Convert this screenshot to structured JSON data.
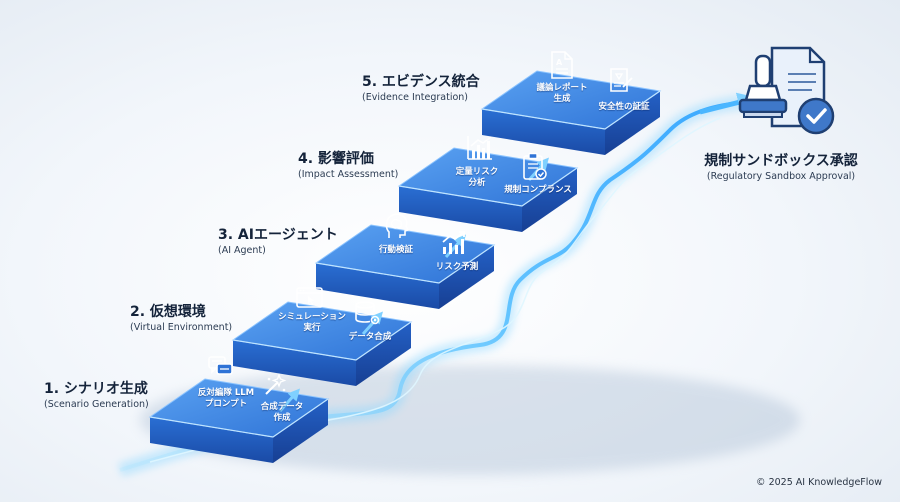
{
  "steps": [
    {
      "title": "1. シナリオ生成",
      "subtitle": "(Scenario Generation)",
      "items": [
        {
          "label": "反対編隊 LLM\nプロンプト",
          "icon": "chat-bubbles-icon"
        },
        {
          "label": "合成データ\n作成",
          "icon": "magic-wand-icon"
        }
      ]
    },
    {
      "title": "2. 仮想環境",
      "subtitle": "(Virtual Environment)",
      "items": [
        {
          "label": "シミュレーション\n実行",
          "icon": "browser-window-icon"
        },
        {
          "label": "データ合成",
          "icon": "database-gear-icon"
        }
      ]
    },
    {
      "title": "3. AIエージェント",
      "subtitle": "(AI Agent)",
      "items": [
        {
          "label": "行動検証",
          "icon": "brain-head-icon"
        },
        {
          "label": "リスク予測",
          "icon": "trend-chart-icon"
        }
      ]
    },
    {
      "title": "4. 影響評価",
      "subtitle": "(Impact Assessment)",
      "items": [
        {
          "label": "定量リスク\n分析",
          "icon": "bar-chart-icon"
        },
        {
          "label": "規制コンプランス",
          "icon": "clipboard-check-icon"
        }
      ]
    },
    {
      "title": "5. エビデンス統合",
      "subtitle": "(Evidence Integration)",
      "items": [
        {
          "label": "議論レポート\n生成",
          "icon": "document-icon"
        },
        {
          "label": "安全性の証証",
          "icon": "certificate-icon"
        }
      ]
    }
  ],
  "final": {
    "title": "規制サンドボックス承認",
    "subtitle": "(Regulatory Sandbox Approval)",
    "icon": "approval-stamp-icon"
  },
  "copyright": "© 2025 AI KnowledgeFlow",
  "colors": {
    "block_top": "#3d86e6",
    "block_side": "#1f56b8",
    "glow": "#66c8ff",
    "text": "#14233a"
  }
}
